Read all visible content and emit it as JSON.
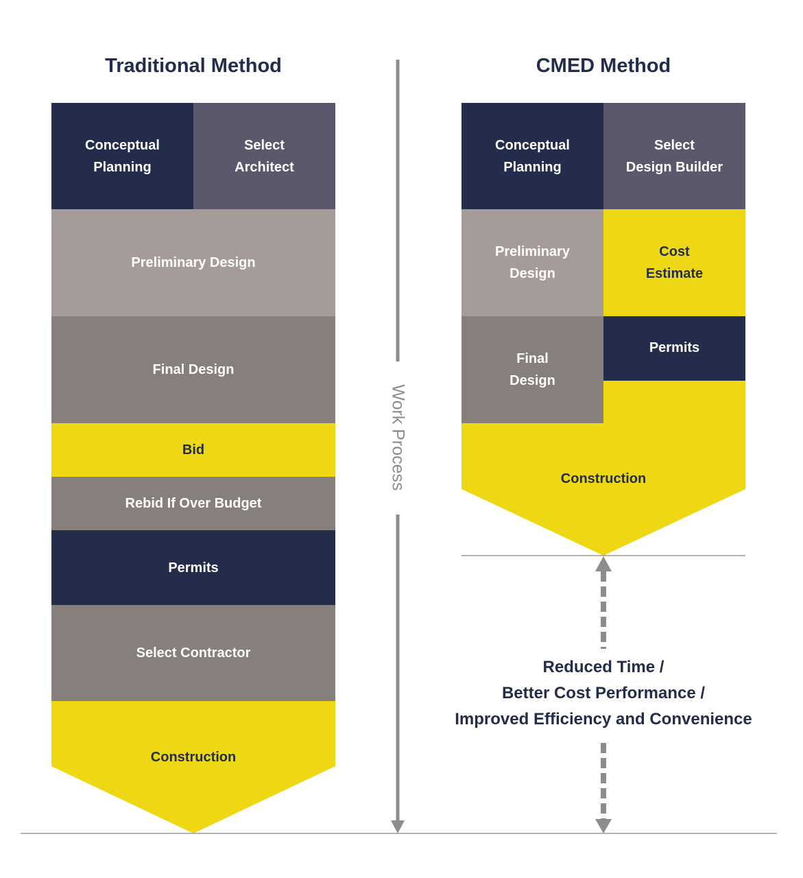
{
  "colors": {
    "navy": "#232d4b",
    "slate": "#5b586b",
    "light_gray": "#a59c99",
    "mid_gray": "#877f7c",
    "yellow": "#eed813",
    "axis_gray": "#8c8c8c"
  },
  "traditional": {
    "title": "Traditional Method",
    "steps": [
      {
        "label": "Conceptual\nPlanning"
      },
      {
        "label": "Select\nArchitect"
      },
      {
        "label": "Preliminary Design"
      },
      {
        "label": "Final Design"
      },
      {
        "label": "Bid"
      },
      {
        "label": "Rebid If Over Budget"
      },
      {
        "label": "Permits"
      },
      {
        "label": "Select Contractor"
      },
      {
        "label": "Construction"
      }
    ]
  },
  "axis": {
    "label": "Work Process"
  },
  "cmed": {
    "title": "CMED Method",
    "steps": [
      {
        "label": "Conceptual\nPlanning"
      },
      {
        "label": "Select\nDesign Builder"
      },
      {
        "label": "Preliminary\nDesign"
      },
      {
        "label": "Cost\nEstimate"
      },
      {
        "label": "Final\nDesign"
      },
      {
        "label": "Permits"
      },
      {
        "label": "Construction"
      }
    ]
  },
  "benefits": {
    "lines": [
      "Reduced Time /",
      "Better Cost Performance /",
      "Improved Efficiency and Convenience"
    ]
  }
}
